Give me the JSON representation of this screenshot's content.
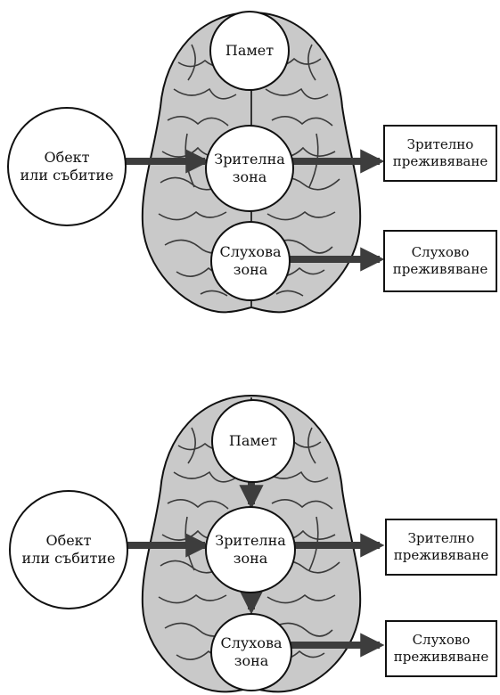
{
  "diagrams": [
    {
      "object_event": "Обект\nили събитие",
      "memory": "Памет",
      "visual_zone": "Зрителна\nзона",
      "auditory_zone": "Слухова\nзона",
      "visual_experience": "Зрително\nпреживяване",
      "auditory_experience": "Слухово\nпреживяване"
    },
    {
      "object_event": "Обект\nили събитие",
      "memory": "Памет",
      "visual_zone": "Зрителна\nзона",
      "auditory_zone": "Слухова\nзона",
      "visual_experience": "Зрително\nпреживяване",
      "auditory_experience": "Слухово\nпреживяване"
    }
  ],
  "colors": {
    "brain_fill": "#c9c9c9",
    "brain_folds": "#3a3a3a",
    "arrow": "#3d3d3d",
    "outline": "#111111"
  }
}
